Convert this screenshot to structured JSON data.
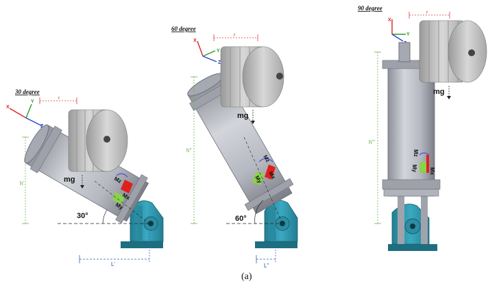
{
  "colors": {
    "cylinder": "#b9bcc4",
    "cylinder_dark": "#7f828c",
    "disc": "#bcbcbc",
    "bracket": "#2f96ad",
    "bracket_dark": "#1d6e80",
    "mx": "#e0201c",
    "my": "#8ad24a",
    "mz": "#4a4fd6",
    "guide_green": "#6ab04c",
    "guide_red": "#d63a3a",
    "guide_blue": "#2f5fb8"
  },
  "configs": [
    {
      "id": "30",
      "title": "30 degree",
      "angle_label": "30°",
      "r_label": "r",
      "h_label": "h'",
      "l_label": "L'",
      "mg_label": "mg",
      "moments": {
        "mx": "Mx",
        "my": "My",
        "mz": "Mz"
      },
      "axes": {
        "x": "X",
        "y": "Y",
        "z": "Z"
      }
    },
    {
      "id": "60",
      "title": "60 degree",
      "angle_label": "60°",
      "r_label": "r",
      "h_label": "h''",
      "l_label": "L''",
      "mg_label": "mg",
      "moments": {
        "mx": "Mx",
        "my": "My",
        "mz": "Mz"
      },
      "axes": {
        "x": "X",
        "y": "Y",
        "z": "Z"
      }
    },
    {
      "id": "90",
      "title": "90 degree",
      "r_label": "r",
      "h_label": "h'''",
      "mg_label": "mg",
      "moments": {
        "mx": "Mx",
        "my": "My",
        "mz": "Mz"
      },
      "axes": {
        "x": "X",
        "y": "Y",
        "z": "Z"
      }
    }
  ],
  "caption": "(a)"
}
